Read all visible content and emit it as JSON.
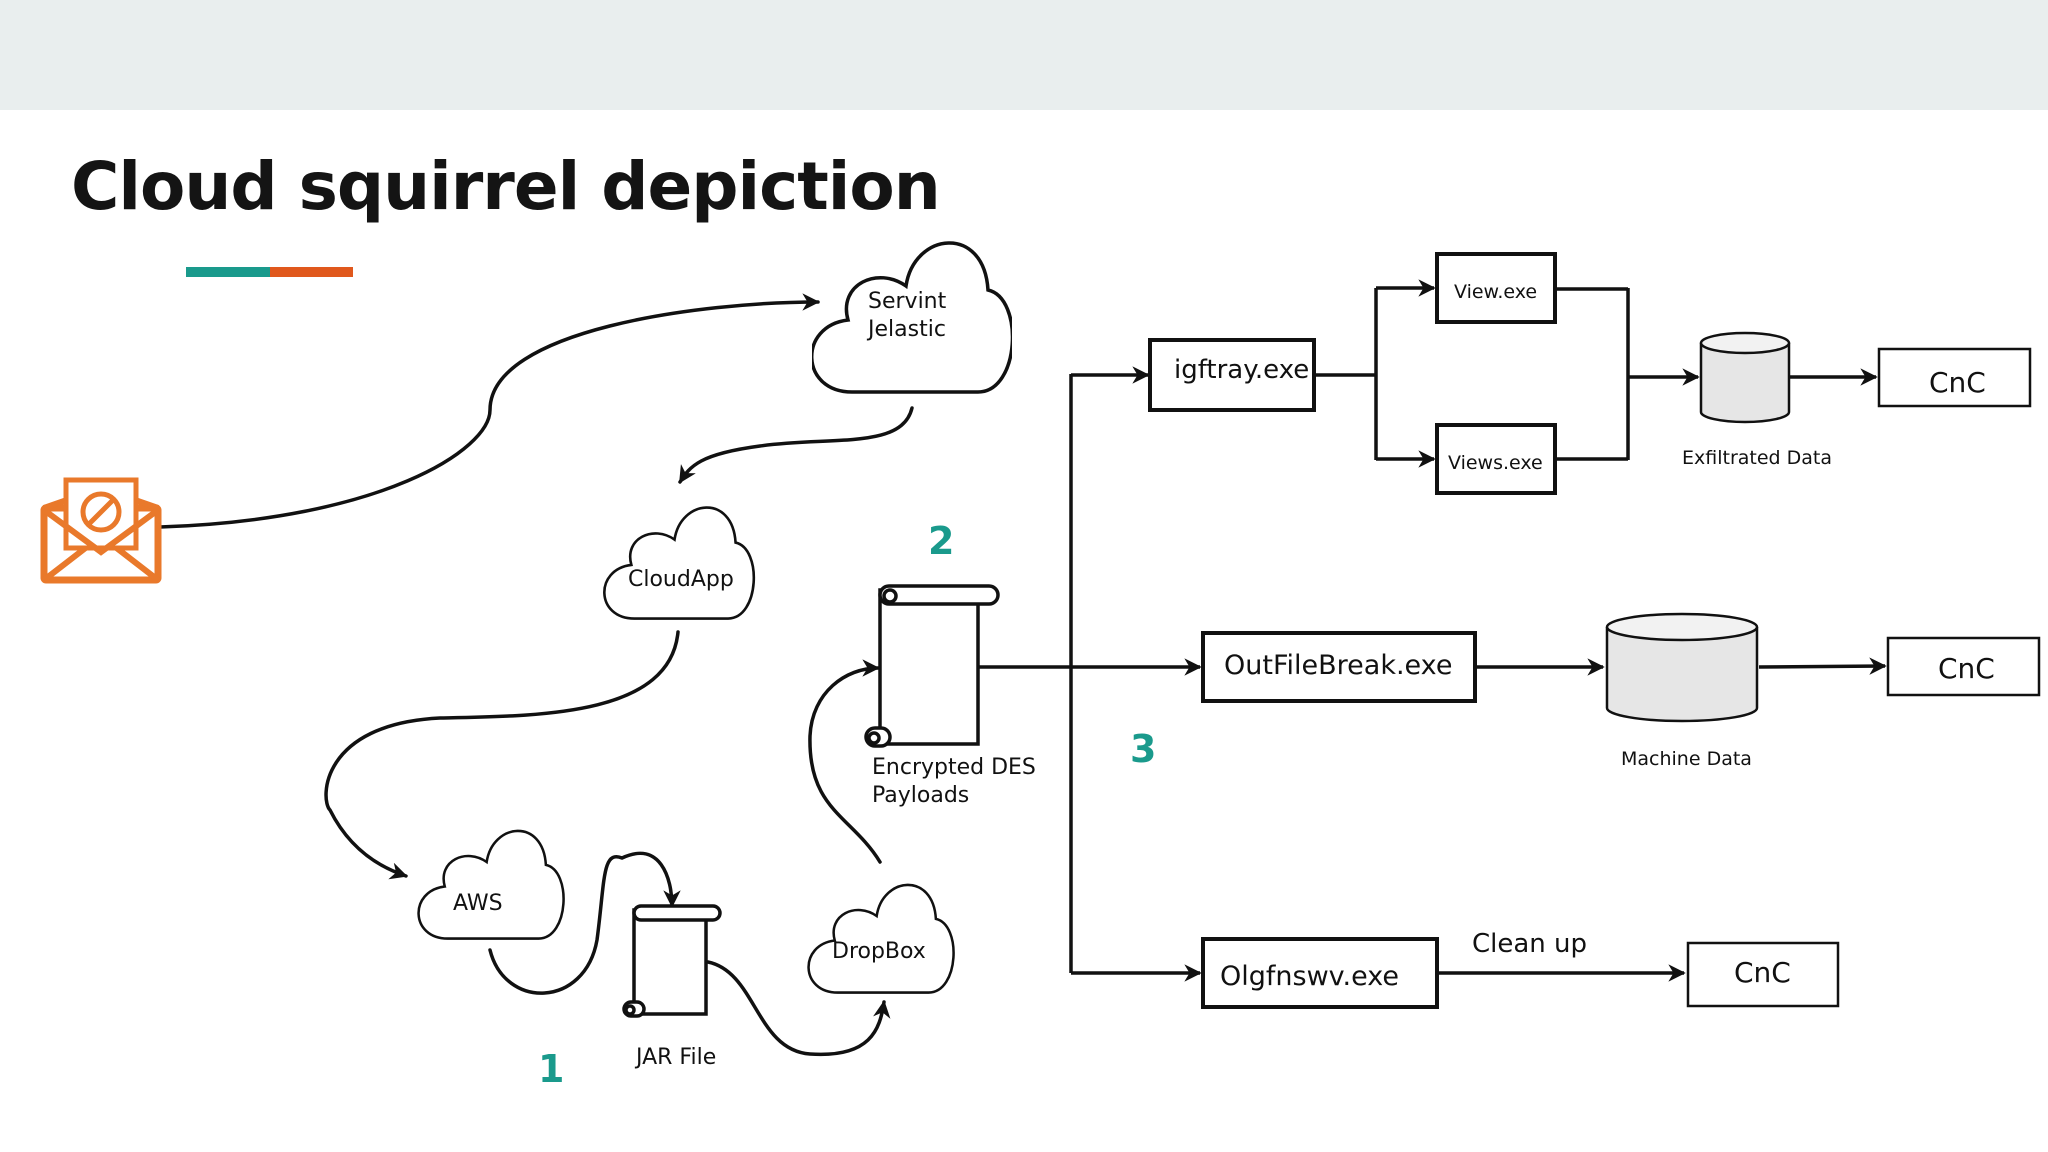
{
  "slide": {
    "title": "Cloud squirrel depiction"
  },
  "colors": {
    "band": "#e9eeee",
    "accent_teal": "#1a9a8c",
    "accent_orange": "#e0581d",
    "email_icon": "#e9792b",
    "stroke": "#111111"
  },
  "clouds": {
    "servint": [
      "Servint",
      "Jelastic"
    ],
    "cloudapp": "CloudApp",
    "aws": "AWS",
    "dropbox": "DropBox"
  },
  "scrolls": {
    "jar": "JAR File",
    "payloads": [
      "Encrypted DES",
      "Payloads"
    ]
  },
  "steps": {
    "one": "1",
    "two": "2",
    "three": "3"
  },
  "boxes": {
    "igftray": "igftray.exe",
    "view": "View.exe",
    "views": "Views.exe",
    "outfilebreak": "OutFileBreak.exe",
    "olgfnswv": "Olgfnswv.exe",
    "cnc_1": "CnC",
    "cnc_2": "CnC",
    "cnc_3": "CnC"
  },
  "databases": {
    "exfiltrated": "Exfiltrated Data",
    "machine": "Machine Data"
  },
  "edge_labels": {
    "clean_up": "Clean up"
  },
  "icons": {
    "email": "email-blocked-icon"
  }
}
